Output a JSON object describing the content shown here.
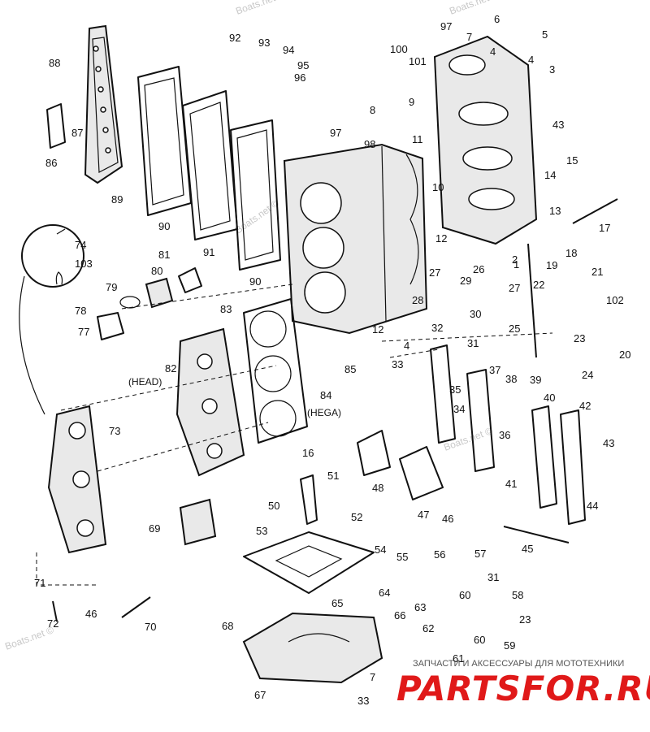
{
  "watermarks": [
    "Boats.net ©",
    "Boats.net ©",
    "Boats.net ©",
    "Boats.net ©",
    "Boats.net ©"
  ],
  "brand": {
    "tagline": "ЗАПЧАСТИ И АКСЕССУАРЫ ДЛЯ МОТОТЕХНИКИ",
    "logo": "PARTSFOR.RU",
    "accent_color": "#e01919"
  },
  "labels": {
    "head": "(HEAD)",
    "hega": "(HEGA)"
  },
  "callouts": [
    "1",
    "2",
    "3",
    "4",
    "4",
    "4",
    "5",
    "6",
    "7",
    "7",
    "8",
    "9",
    "10",
    "11",
    "12",
    "12",
    "13",
    "14",
    "15",
    "16",
    "17",
    "18",
    "19",
    "20",
    "21",
    "22",
    "23",
    "23",
    "24",
    "25",
    "26",
    "27",
    "27",
    "28",
    "29",
    "30",
    "31",
    "31",
    "32",
    "33",
    "33",
    "34",
    "35",
    "36",
    "37",
    "38",
    "39",
    "40",
    "41",
    "42",
    "43",
    "43",
    "44",
    "45",
    "46",
    "46",
    "47",
    "48",
    "50",
    "51",
    "52",
    "53",
    "54",
    "55",
    "56",
    "57",
    "58",
    "59",
    "60",
    "60",
    "61",
    "62",
    "63",
    "64",
    "65",
    "66",
    "67",
    "68",
    "69",
    "70",
    "71",
    "72",
    "73",
    "74",
    "77",
    "78",
    "79",
    "80",
    "81",
    "82",
    "83",
    "84",
    "85",
    "86",
    "87",
    "88",
    "89",
    "90",
    "90",
    "91",
    "92",
    "93",
    "94",
    "95",
    "96",
    "97",
    "97",
    "98",
    "100",
    "101",
    "102",
    "103"
  ]
}
